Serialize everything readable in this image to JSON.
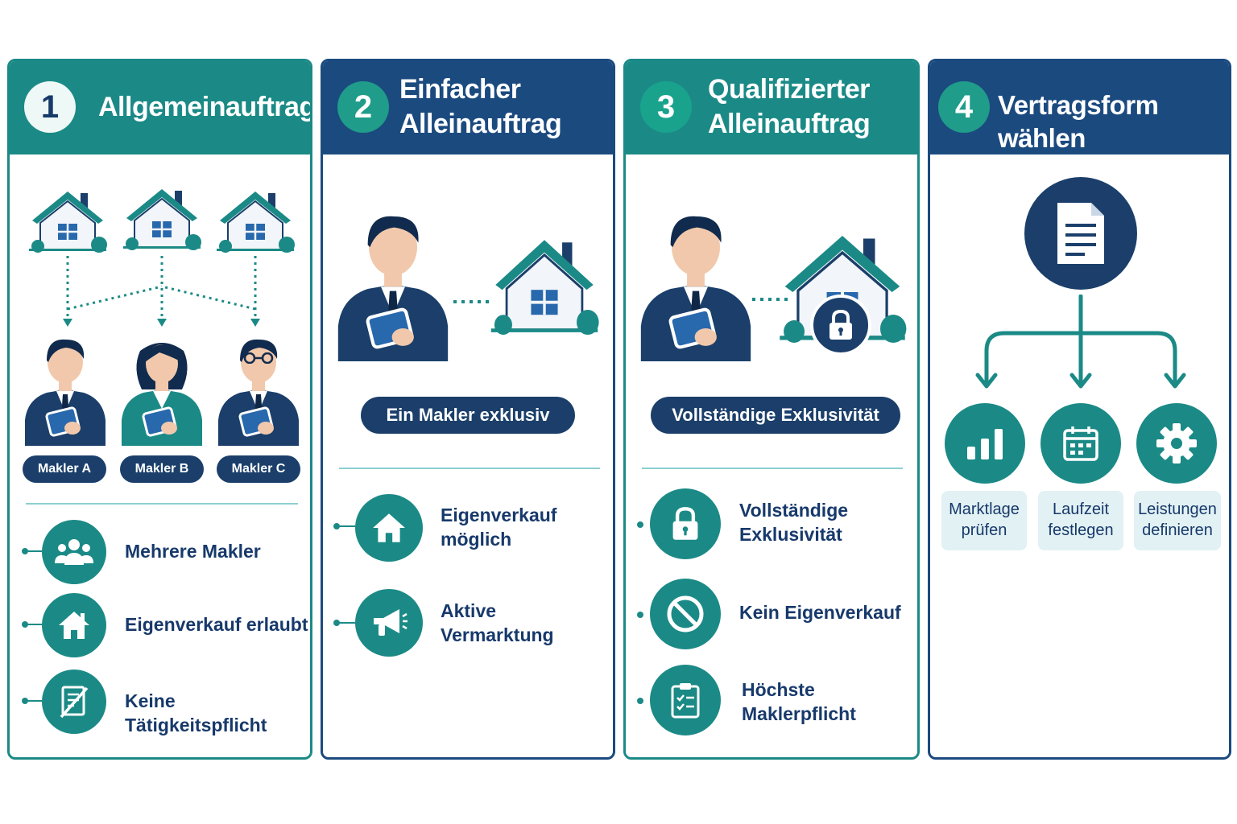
{
  "cards": [
    {
      "number": "1",
      "title": "Allgemeinauftrag",
      "brokers": [
        "Makler A",
        "Makler B",
        "Makler C"
      ],
      "features": [
        {
          "icon": "people-icon",
          "label": "Mehrere Makler"
        },
        {
          "icon": "house-icon",
          "label": "Eigenverkauf erlaubt"
        },
        {
          "icon": "no-document-icon",
          "label": "Keine Tätigkeitspflicht"
        }
      ]
    },
    {
      "number": "2",
      "title_line1": "Einfacher",
      "title_line2": "Alleinauftrag",
      "badge": "Ein Makler exklusiv",
      "features": [
        {
          "icon": "house-icon",
          "label_line1": "Eigenverkauf",
          "label_line2": "möglich"
        },
        {
          "icon": "megaphone-icon",
          "label_line1": "Aktive",
          "label_line2": "Vermarktung"
        }
      ]
    },
    {
      "number": "3",
      "title_line1": "Qualifizierter",
      "title_line2": "Alleinauftrag",
      "badge": "Vollständige Exklusivität",
      "features": [
        {
          "icon": "lock-icon",
          "label_line1": "Vollständige",
          "label_line2": "Exklusivität"
        },
        {
          "icon": "prohibited-icon",
          "label_line1": "Kein Eigenverkauf"
        },
        {
          "icon": "checklist-icon",
          "label_line1": "Höchste",
          "label_line2": "Maklerpflicht"
        }
      ]
    },
    {
      "number": "4",
      "title": "Vertragsform wählen",
      "options": [
        {
          "icon": "bar-chart-icon",
          "line1": "Marktlage",
          "line2": "prüfen"
        },
        {
          "icon": "calendar-icon",
          "line1": "Laufzeit",
          "line2": "festlegen"
        },
        {
          "icon": "gear-icon",
          "line1": "Leistungen",
          "line2": "definieren"
        }
      ]
    }
  ],
  "colors": {
    "teal": "#1b8a86",
    "navy": "#1b4a7f",
    "dark_navy": "#1b3f6a",
    "light_panel": "#e2f1f3"
  }
}
